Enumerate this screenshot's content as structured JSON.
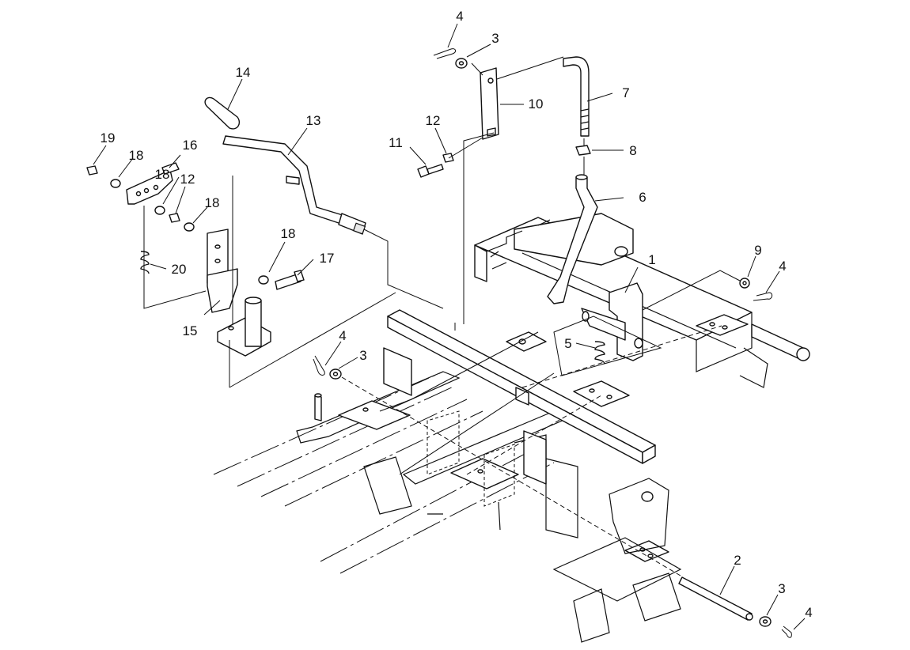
{
  "callouts": [
    "1",
    "2",
    "3",
    "4",
    "5",
    "6",
    "7",
    "8",
    "9",
    "10",
    "11",
    "12",
    "13",
    "14",
    "15",
    "16",
    "17",
    "18",
    "19",
    "20"
  ]
}
